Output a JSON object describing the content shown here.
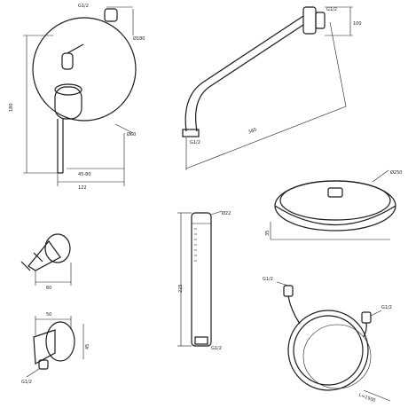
{
  "colors": {
    "line": "#1a1a1a",
    "background": "#ffffff"
  },
  "mixer": {
    "d_outer": "Ø180",
    "thread_top": "G1/2",
    "height": "180",
    "dim_a": "45-80",
    "dim_b": "122",
    "dim_c": "Ø60"
  },
  "shower_arm": {
    "thread": "G1/2",
    "length": "380",
    "outlet": "G1/2",
    "height_small": "100"
  },
  "shower_head": {
    "diameter": "Ø250",
    "height": "35"
  },
  "wall_holder": {
    "width": "60"
  },
  "hand_shower": {
    "diameter": "Ø22",
    "length": "225",
    "thread": "G1/2"
  },
  "hose": {
    "thread_a": "G1/2",
    "thread_b": "G1/2",
    "length": "L=1500"
  },
  "wall_outlet": {
    "width": "50",
    "height": "45",
    "thread": "G1/2"
  }
}
